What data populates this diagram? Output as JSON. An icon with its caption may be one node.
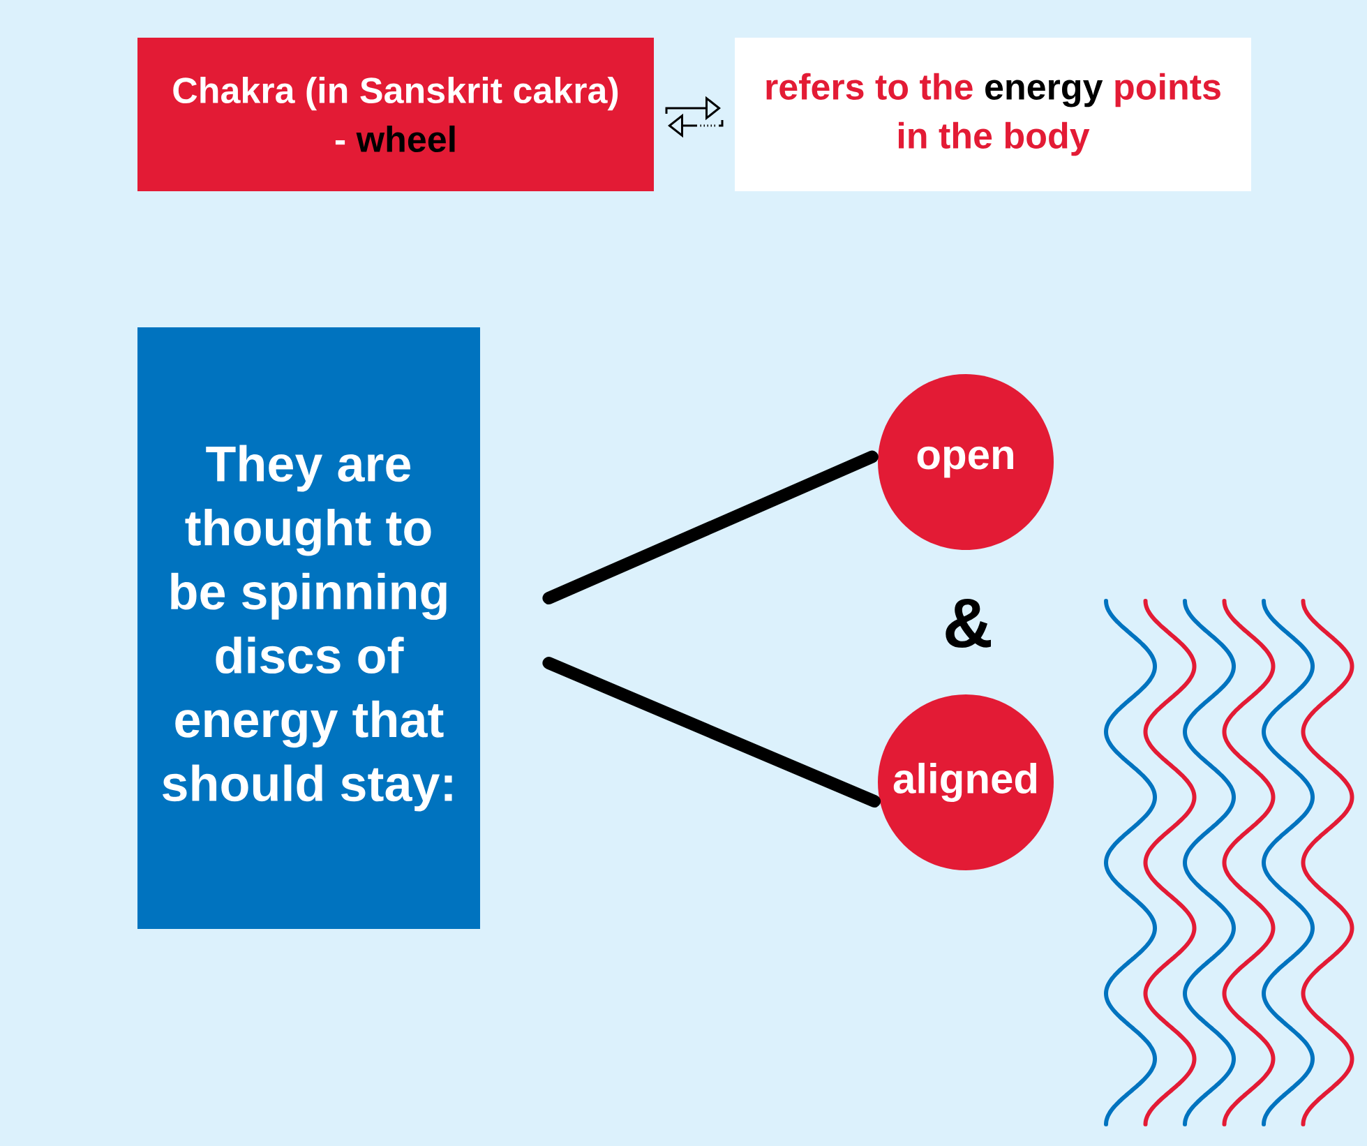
{
  "diagram": {
    "nodes": [
      {
        "text": [
          "Chakra (in Sanskrit cakra) - **wheel**"
        ]
      },
      {
        "text": [
          "refers to the **energy** points in the body"
        ]
      },
      {
        "text": [
          "They are thought to be spinning discs of energy that should stay:"
        ]
      },
      {
        "text": [
          "open"
        ]
      },
      {
        "text": [
          "aligned"
        ]
      }
    ],
    "edges": [
      {
        "from": 0,
        "to": 1,
        "arrow": "to"
      },
      {
        "from": 1,
        "to": 0,
        "arrow": "to"
      },
      {
        "from": 2,
        "to": 3,
        "arrow": "none",
        "style": "thick"
      },
      {
        "from": 2,
        "to": 4,
        "arrow": "none",
        "style": "thick"
      }
    ],
    "labels": [
      "&"
    ]
  }
}
